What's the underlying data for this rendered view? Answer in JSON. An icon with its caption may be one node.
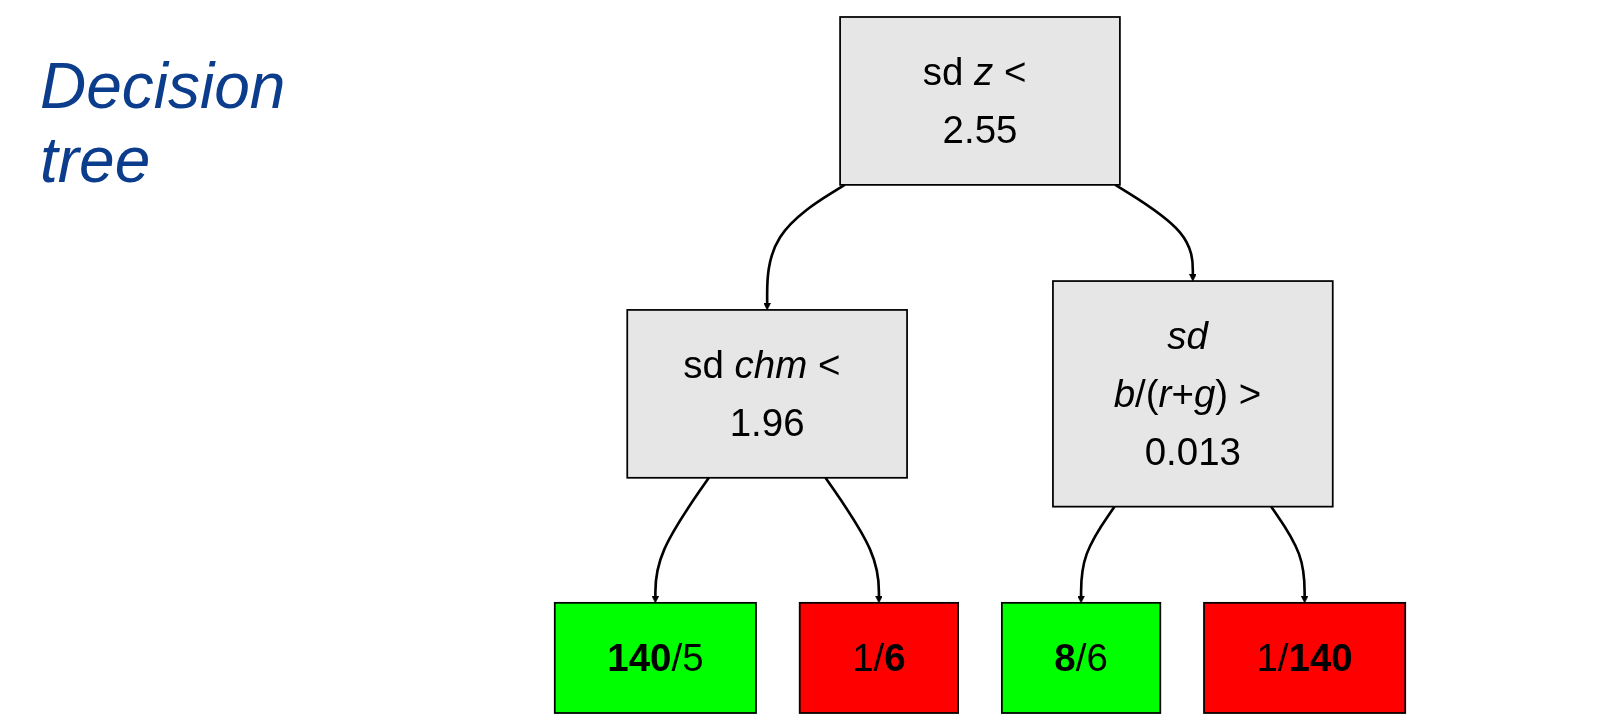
{
  "diagram": {
    "title": "Decision tree",
    "nodes": [
      {
        "text": [
          "sd *z* < 2.55"
        ]
      },
      {
        "text": [
          "sd *chm* < 1.96"
        ]
      },
      {
        "text": [
          "*sd b*/(*r*+*g*) > 0.013"
        ]
      },
      {
        "text": [
          "**140**/5"
        ]
      },
      {
        "text": [
          "1/**6**"
        ]
      },
      {
        "text": [
          "**8**/6"
        ]
      },
      {
        "text": [
          "1/**140**"
        ]
      }
    ],
    "edges": [
      {
        "from": 0,
        "to": 1,
        "arrow": "to"
      },
      {
        "from": 0,
        "to": 2,
        "arrow": "to"
      },
      {
        "from": 1,
        "to": 3,
        "arrow": "to"
      },
      {
        "from": 1,
        "to": 4,
        "arrow": "to"
      },
      {
        "from": 2,
        "to": 5,
        "arrow": "to"
      },
      {
        "from": 2,
        "to": 6,
        "arrow": "to"
      }
    ]
  }
}
